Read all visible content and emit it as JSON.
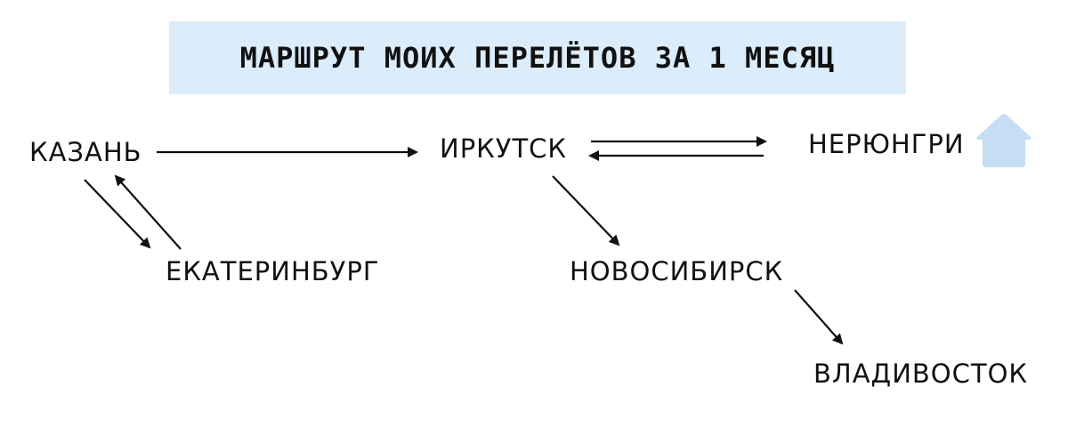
{
  "title": "МАРШРУТ МОИХ ПЕРЕЛЁТОВ ЗА 1 МЕСЯЦ",
  "cities": {
    "kazan": "КАЗАНЬ",
    "irkutsk": "ИРКУТСК",
    "neryungri": "НЕРЮНГРИ",
    "ekaterinburg": "ЕКАТЕРИНБУРГ",
    "novosibirsk": "НОВОСИБИРСК",
    "vladivostok": "ВЛАДИВОСТОК"
  },
  "home_icon": "house-icon",
  "colors": {
    "title_background": "#dbecfb",
    "home_icon": "#c6def5",
    "text": "#111111"
  }
}
